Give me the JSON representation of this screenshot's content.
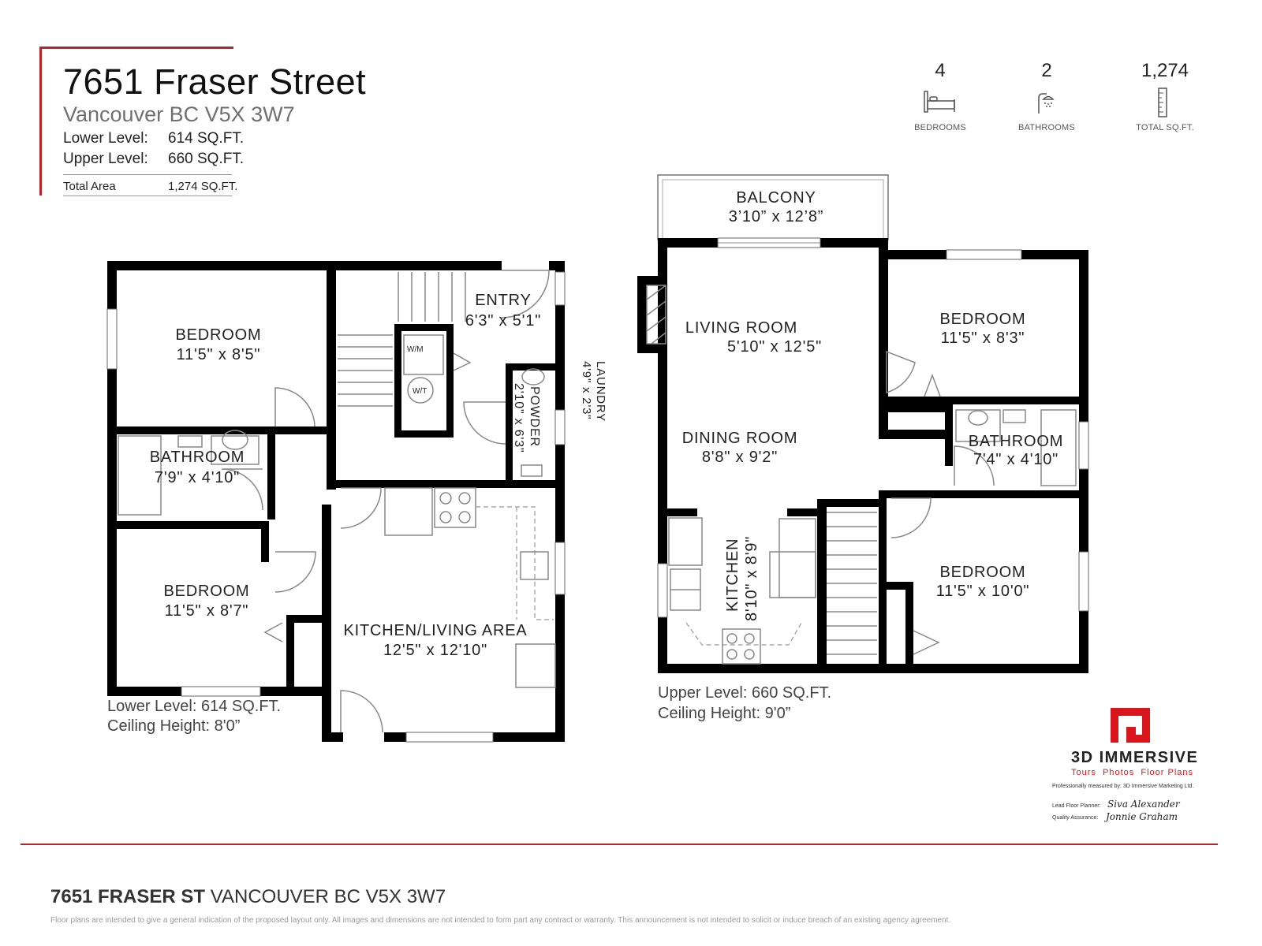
{
  "header": {
    "address": "7651 Fraser Street",
    "city": "Vancouver BC  V5X 3W7",
    "levels": [
      {
        "label": "Lower Level:",
        "value": "614 SQ.FT."
      },
      {
        "label": "Upper Level:",
        "value": "660 SQ.FT."
      }
    ],
    "total": {
      "label": "Total Area",
      "value": "1,274 SQ.FT."
    }
  },
  "stats": [
    {
      "value": "4",
      "label": "BEDROOMS",
      "icon": "bed-icon"
    },
    {
      "value": "2",
      "label": "BATHROOMS",
      "icon": "shower-icon"
    },
    {
      "value": "1,274",
      "label": "TOTAL SQ.FT.",
      "icon": "ruler-icon"
    }
  ],
  "lower_level": {
    "rooms": {
      "bedroom1": {
        "name": "BEDROOM",
        "size": "11'5\" x 8'5\""
      },
      "bathroom": {
        "name": "BATHROOM",
        "size": "7'9\" x 4'10\""
      },
      "bedroom2": {
        "name": "BEDROOM",
        "size": "11'5\" x 8'7\""
      },
      "entry": {
        "name": "ENTRY",
        "size": "6'3\" x 5'1\""
      },
      "powder": {
        "name": "POWDER",
        "size": "2'10\" x 6'3\""
      },
      "laundry": {
        "name": "LAUNDRY",
        "size": "4'9\" x 2'3\""
      },
      "kitchen_living": {
        "name": "KITCHEN/LIVING AREA",
        "size": "12'5\" x 12'10\""
      }
    },
    "appliances": {
      "washer": "W/M",
      "dryer": "W/T"
    },
    "note_area": "Lower Level: 614 SQ.FT.",
    "note_ceiling": "Ceiling Height: 8'0”"
  },
  "upper_level": {
    "rooms": {
      "balcony": {
        "name": "BALCONY",
        "size": "3’10” x 12’8”"
      },
      "living": {
        "name": "LIVING ROOM",
        "size": "5'10\" x 12'5\""
      },
      "dining": {
        "name": "DINING ROOM",
        "size": "8'8\" x 9'2\""
      },
      "kitchen": {
        "name": "KITCHEN",
        "size": "8'10\" x 8'9\""
      },
      "bedroom1": {
        "name": "BEDROOM",
        "size": "11'5\" x 8'3\""
      },
      "bathroom": {
        "name": "BATHROOM",
        "size": "7'4\" x 4'10\""
      },
      "bedroom2": {
        "name": "BEDROOM",
        "size": "11'5\" x 10'0\""
      }
    },
    "note_area": "Upper Level: 660 SQ.FT.",
    "note_ceiling": "Ceiling Height: 9'0”"
  },
  "brand": {
    "name": "3D IMMERSIVE",
    "tagline": "Tours  Photos  Floor Plans",
    "measured_by": "Professionally measured by: 3D Immersive Marketing Ltd.",
    "lead_label": "Lead Floor Planner:",
    "lead_name": "Siva Alexander",
    "qa_label": "Quality Assurance:",
    "qa_name": "Jonnie Graham",
    "accent_color": "#d8161b"
  },
  "footer": {
    "address_bold": "7651 FRASER ST",
    "address_rest": " VANCOUVER BC V5X 3W7",
    "disclaimer": "Floor plans are intended to give a general indication of the proposed layout only. All images and dimensions are not intended to form part any contract or warranty. This announcement is not intended to solicit or induce breach of an existing agency agreement."
  }
}
